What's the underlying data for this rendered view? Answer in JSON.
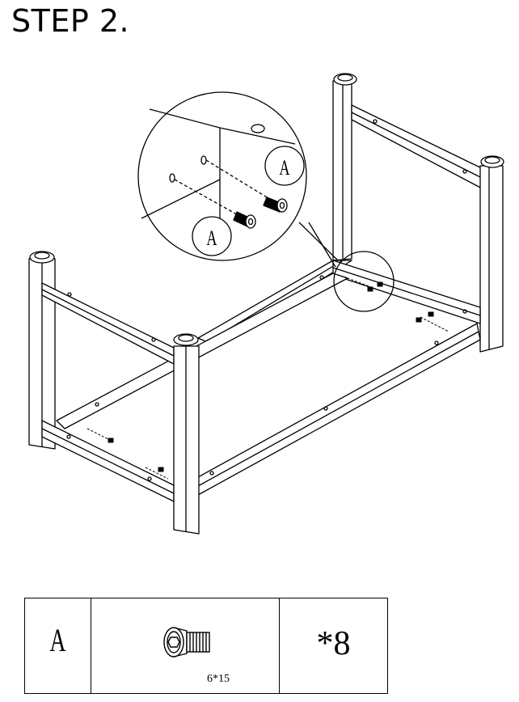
{
  "step_title": "STEP 2.",
  "callouts": {
    "label_top": "A",
    "label_bottom": "A"
  },
  "parts_table": {
    "part_letter": "A",
    "part_spec": "6*15",
    "part_quantity": "*8",
    "part_icon": "hex-socket-bolt-icon"
  }
}
